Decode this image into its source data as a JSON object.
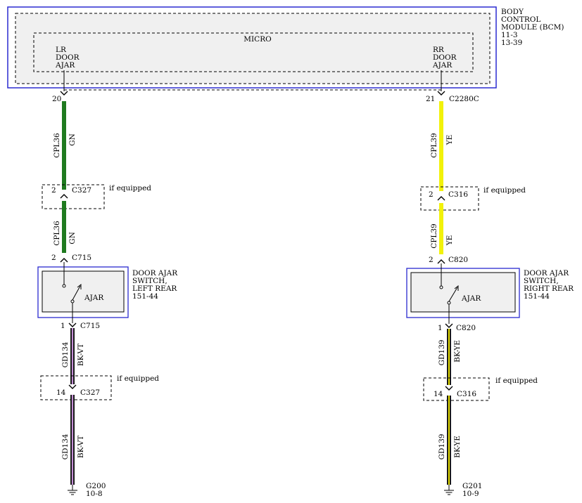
{
  "bcm": {
    "title_lines": [
      "BODY",
      "CONTROL",
      "MODULE (BCM)",
      "11-3",
      "13-39"
    ],
    "micro_label": "MICRO",
    "left_input_lines": [
      "LR",
      "DOOR",
      "AJAR"
    ],
    "right_input_lines": [
      "RR",
      "DOOR",
      "AJAR"
    ]
  },
  "left_circuit": {
    "bcm_pin": "20",
    "upper_wire": {
      "circuit": "CPL36",
      "color_code": "GN",
      "color": "#1f7a1f"
    },
    "inline_connector_top": {
      "pin": "2",
      "name": "C327",
      "note": "if equipped"
    },
    "switch_connector_top": {
      "pin": "2",
      "name": "C715"
    },
    "switch": {
      "label": "AJAR",
      "title_lines": [
        "DOOR AJAR",
        "SWITCH,",
        "LEFT REAR",
        "151-44"
      ]
    },
    "switch_connector_bottom": {
      "pin": "1",
      "name": "C715"
    },
    "lower_wire": {
      "circuit": "GD134",
      "color_code": "BK-VT",
      "color": "#1a1a1a",
      "stripe": "#c48fd6"
    },
    "inline_connector_bottom": {
      "pin": "14",
      "name": "C327",
      "note": "if equipped"
    },
    "ground": {
      "name": "G200",
      "ref": "10-8"
    }
  },
  "right_circuit": {
    "bcm_pin": "21",
    "bcm_connector": "C2280C",
    "upper_wire": {
      "circuit": "CPL39",
      "color_code": "YE",
      "color": "#f2f20a"
    },
    "inline_connector_top": {
      "pin": "2",
      "name": "C316",
      "note": "if equipped"
    },
    "switch_connector_top": {
      "pin": "2",
      "name": "C820"
    },
    "switch": {
      "label": "AJAR",
      "title_lines": [
        "DOOR AJAR",
        "SWITCH,",
        "RIGHT REAR",
        "151-44"
      ]
    },
    "switch_connector_bottom": {
      "pin": "1",
      "name": "C820"
    },
    "lower_wire": {
      "circuit": "GD139",
      "color_code": "BK-YE",
      "color": "#1a1a1a",
      "stripe": "#e8e000"
    },
    "inline_connector_bottom": {
      "pin": "14",
      "name": "C316",
      "note": "if equipped"
    },
    "ground": {
      "name": "G201",
      "ref": "10-9"
    }
  },
  "colors": {
    "module_border": "#2a2ad0",
    "module_fill": "#f0f0f0"
  }
}
